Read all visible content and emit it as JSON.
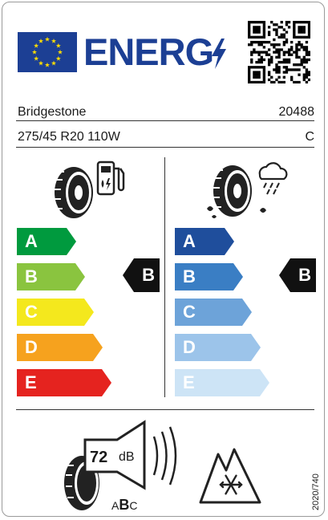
{
  "header": {
    "energy_word": "ENERG",
    "flag_color": "#1c3f94",
    "star_color": "#ffdd00",
    "logo": "eu-flag",
    "bolt_icon": "lightning-bolt-icon",
    "qr": "qr-code"
  },
  "supplier": {
    "name": "Bridgestone",
    "type_id": "20488"
  },
  "tyre": {
    "size": "275/45 R20 110W",
    "class": "C"
  },
  "fuel_efficiency": {
    "icon": "tyre-fuel-pump-icon",
    "classes": [
      {
        "label": "A",
        "color": "#009a3e"
      },
      {
        "label": "B",
        "color": "#8ac43f"
      },
      {
        "label": "C",
        "color": "#f4e81d"
      },
      {
        "label": "D",
        "color": "#f6a21e"
      },
      {
        "label": "E",
        "color": "#e5231f"
      }
    ],
    "rating": "B"
  },
  "wet_grip": {
    "icon": "tyre-rain-cloud-icon",
    "classes": [
      {
        "label": "A",
        "color": "#1f4e9c"
      },
      {
        "label": "B",
        "color": "#3a7ec4"
      },
      {
        "label": "C",
        "color": "#6da3d9"
      },
      {
        "label": "D",
        "color": "#9cc4ea"
      },
      {
        "label": "E",
        "color": "#cde4f6"
      }
    ],
    "rating": "B"
  },
  "noise": {
    "value": "72",
    "unit": "dB",
    "class_left": "A",
    "class_mid": "B",
    "class_right": "C",
    "icon": "tyre-speaker-icon"
  },
  "snow_icon": "three-peak-mountain-snowflake-icon",
  "regulation": "2020/740"
}
